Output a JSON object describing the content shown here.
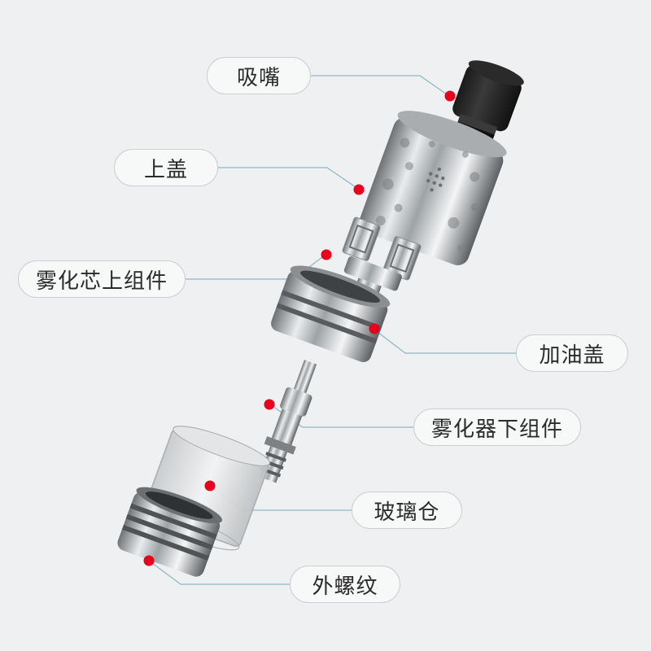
{
  "labels": {
    "mouthpiece": "吸嘴",
    "top_cap": "上盖",
    "coil_upper": "雾化芯上组件",
    "fill_cap": "加油盖",
    "coil_lower": "雾化器下组件",
    "glass_tank": "玻璃仓",
    "outer_thread": "外螺纹"
  },
  "colors": {
    "background": "#eef0f1",
    "marker": "#e8001c",
    "leader_line": "#8fb8c4"
  }
}
